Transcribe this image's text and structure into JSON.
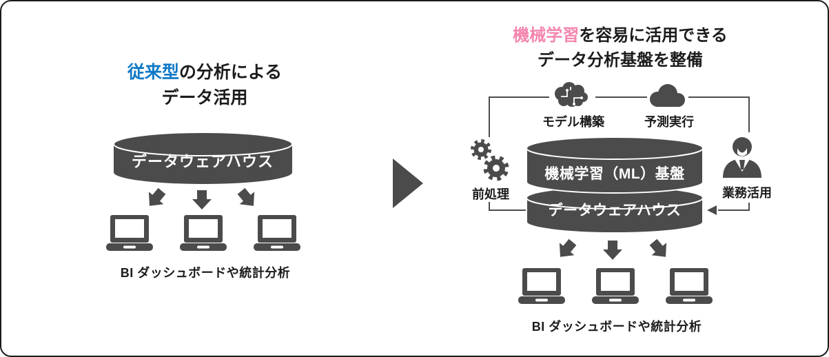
{
  "colors": {
    "dark_gray": "#4b4b4b",
    "accent_blue": "#0e79c6",
    "accent_pink": "#f485af",
    "text": "#1c1c1c",
    "background": "#ffffff"
  },
  "left_diagram": {
    "title_highlight": "従来型",
    "title_rest": "の分析による",
    "title_line2": "データ活用",
    "cylinder_label": "データウェアハウス",
    "caption": "BI ダッシュボードや統計分析"
  },
  "right_diagram": {
    "title_highlight": "機械学習",
    "title_rest": "を容易に活用できる",
    "title_line2": "データ分析基盤を整備",
    "model_label": "モデル構築",
    "predict_label": "予測実行",
    "preprocess_label": "前処理",
    "business_label": "業務活用",
    "ml_band_label": "機械学習（ML）基盤",
    "dwh_band_label": "データウェアハウス",
    "caption": "BI ダッシュボードや統計分析"
  },
  "icons": {
    "brain": "brain-icon",
    "cloud": "cloud-icon",
    "gears": "gears-icon",
    "person": "business-person-icon",
    "laptop": "laptop-icon",
    "down_arrow": "down-arrow-icon",
    "transition": "right-triangle-arrow-icon"
  }
}
